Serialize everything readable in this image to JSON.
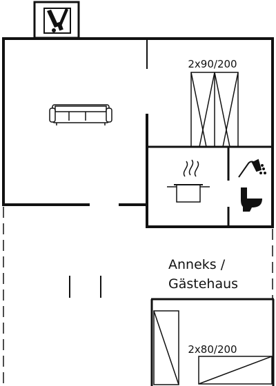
{
  "labels": {
    "bed_main": "2x90/200",
    "annex_line1": "Anneks /",
    "annex_line2": "Gästehaus",
    "bed_annex": "2x80/200"
  },
  "icons": {
    "fireplace": "fireplace-icon",
    "sofa": "sofa-icon",
    "bed_main": "bed-icon",
    "kitchen": "cooking-pot-icon",
    "shower": "shower-icon",
    "toilet": "toilet-icon",
    "bed_annex": "bed-icon"
  },
  "colors": {
    "line": "#111111",
    "background": "#ffffff"
  }
}
